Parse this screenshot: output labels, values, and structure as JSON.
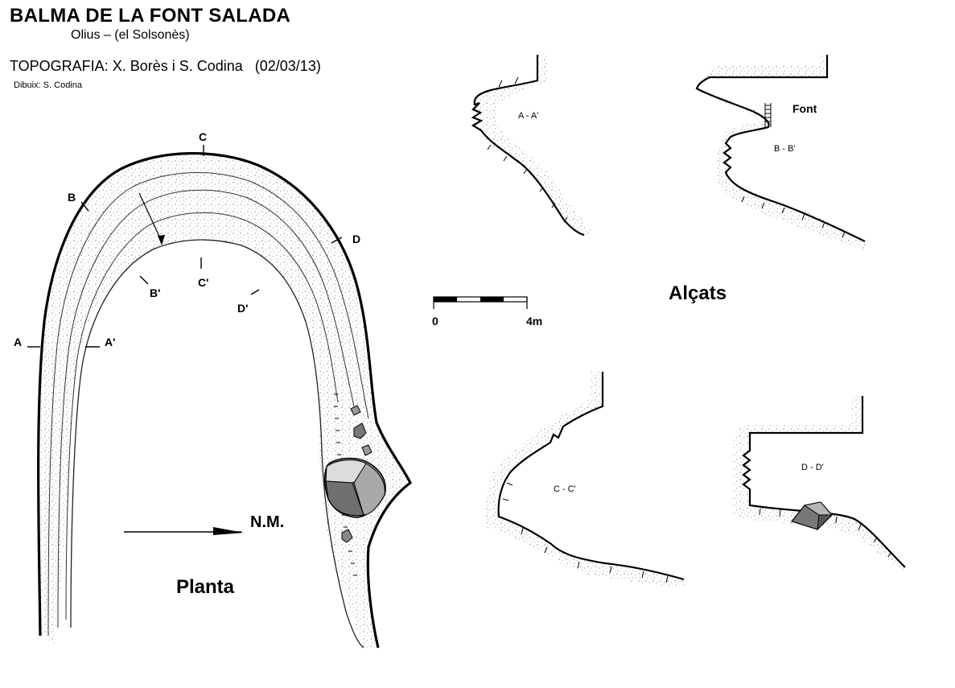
{
  "header": {
    "title": "BALMA DE LA FONT SALADA",
    "location": "Olius – (el Solsonès)",
    "topography": "TOPOGRAFIA: X. Borès i S. Codina   (02/03/13)",
    "drawing": "Dibuix: S. Codina"
  },
  "plan": {
    "title": "Planta",
    "north_label": "N.M.",
    "section_marks": [
      "A",
      "A'",
      "B",
      "B'",
      "C",
      "C'",
      "D",
      "D'"
    ]
  },
  "elevations": {
    "title": "Alçats",
    "sections": [
      "A - A'",
      "B - B'",
      "C - C'",
      "D - D'"
    ],
    "spring_label": "Font"
  },
  "scale": {
    "start": "0",
    "end": "4m"
  }
}
